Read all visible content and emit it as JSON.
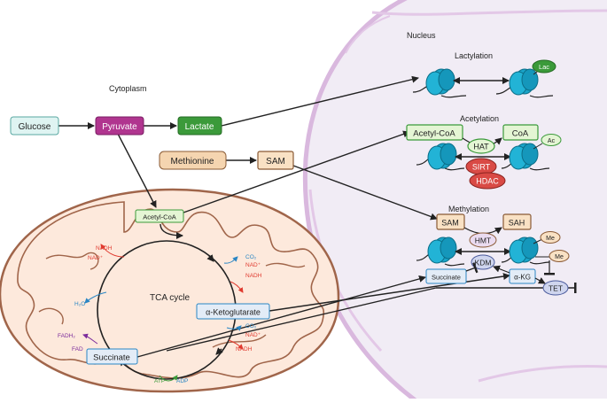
{
  "labels": {
    "nucleus": "Nucleus",
    "cytoplasm": "Cytoplasm",
    "lactylation": "Lactylation",
    "acetylation": "Acetylation",
    "methylation": "Methylation",
    "tca_cycle": "TCA cycle"
  },
  "boxes": {
    "glucose": "Glucose",
    "pyruvate": "Pyruvate",
    "lactate": "Lactate",
    "methionine": "Methionine",
    "sam_cyto": "SAM",
    "acetyl_coa_mito": "Acetyl-CoA",
    "alpha_kg_mito": "α-Ketoglutarate",
    "succinate_mito": "Succinate",
    "acetyl_coa_nuc": "Acetyl-CoA",
    "coa_nuc": "CoA",
    "sam_nuc": "SAM",
    "sah_nuc": "SAH",
    "succinate_nuc": "Succinate",
    "alpha_kg_nuc": "α-KG"
  },
  "ovals": {
    "lac": "Lac",
    "hat": "HAT",
    "sirt": "SIRT",
    "hdac": "HDAC",
    "ac": "Ac",
    "hmt": "HMT",
    "kdm": "KDM",
    "me1": "Me",
    "me2": "Me",
    "tet": "TET"
  },
  "cofactors": {
    "nadh_1": "NADH",
    "nad_1": "NAD⁺",
    "co2_1": "CO₂",
    "nad_2": "NAD⁺",
    "nadh_2": "NADH",
    "h2o": "H₂O",
    "co2_2": "CO₂",
    "nad_3": "NAD⁺",
    "nadh_3": "NADH",
    "fadh2": "FADH₂",
    "fad": "FAD",
    "atp": "ATP",
    "adp": "ADP"
  },
  "colors": {
    "nucleus_fill": "#f1ecf5",
    "nucleus_border": "#d9b8de",
    "mito_fill": "#fde9dc",
    "mito_border": "#a0654a",
    "histone": "#1aa4c8",
    "glucose_fill": "#dff4f2",
    "pyruvate_fill": "#b0358f",
    "lactate_fill": "#3b9a3a",
    "methionine_fill": "#f5d5b0",
    "green_box": "#e4f5d4",
    "tan_box": "#f9e1c4",
    "blue_box": "#e3ecf7",
    "sirt_hdac": "#d94a45",
    "enzyme_oval": "#eadbf0",
    "kdm_tet": "#cfd5ee",
    "red_text": "#e03a2f",
    "blue_text": "#2a86c4",
    "purple_text": "#7c2c9c",
    "green_text": "#3b9a3a"
  }
}
